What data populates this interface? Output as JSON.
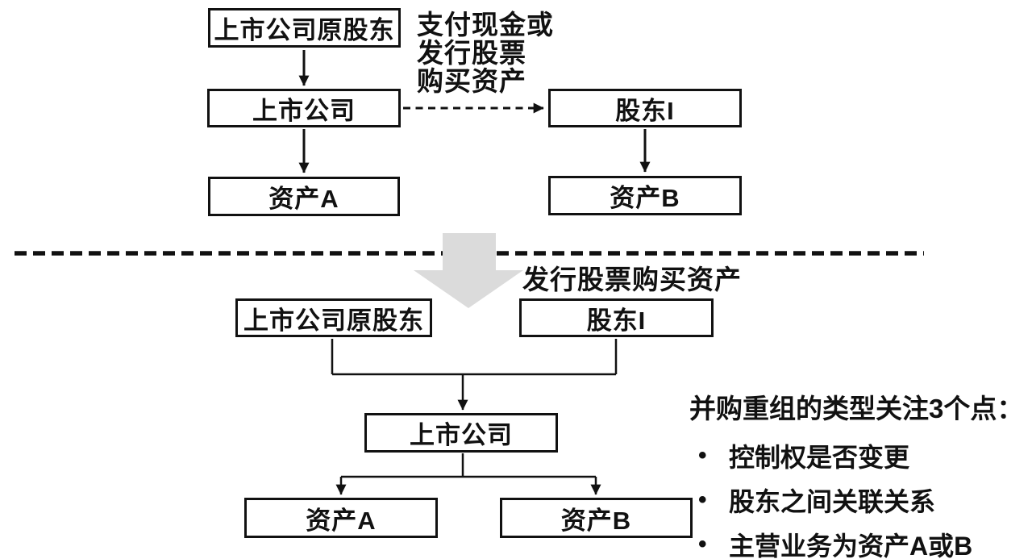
{
  "diagram": {
    "before": {
      "original_shareholders": "上市公司原股东",
      "listed_company": "上市公司",
      "shareholder_i": "股东I",
      "asset_a": "资产A",
      "asset_b": "资产B",
      "payment_annotation": "支付现金或\n发行股票\n购买资产"
    },
    "transition": {
      "label": "发行股票购买资产"
    },
    "after": {
      "original_shareholders": "上市公司原股东",
      "shareholder_i": "股东I",
      "listed_company": "上市公司",
      "asset_a": "资产A",
      "asset_b": "资产B"
    },
    "notes": {
      "title": "并购重组的类型关注3个点：",
      "bullet": "•",
      "items": [
        "控制权是否变更",
        "股东之间关联关系",
        "主营业务为资产A或B"
      ]
    },
    "colors": {
      "line": "#111111",
      "big_arrow_fill": "#dbdbdb",
      "background": "#ffffff"
    }
  }
}
